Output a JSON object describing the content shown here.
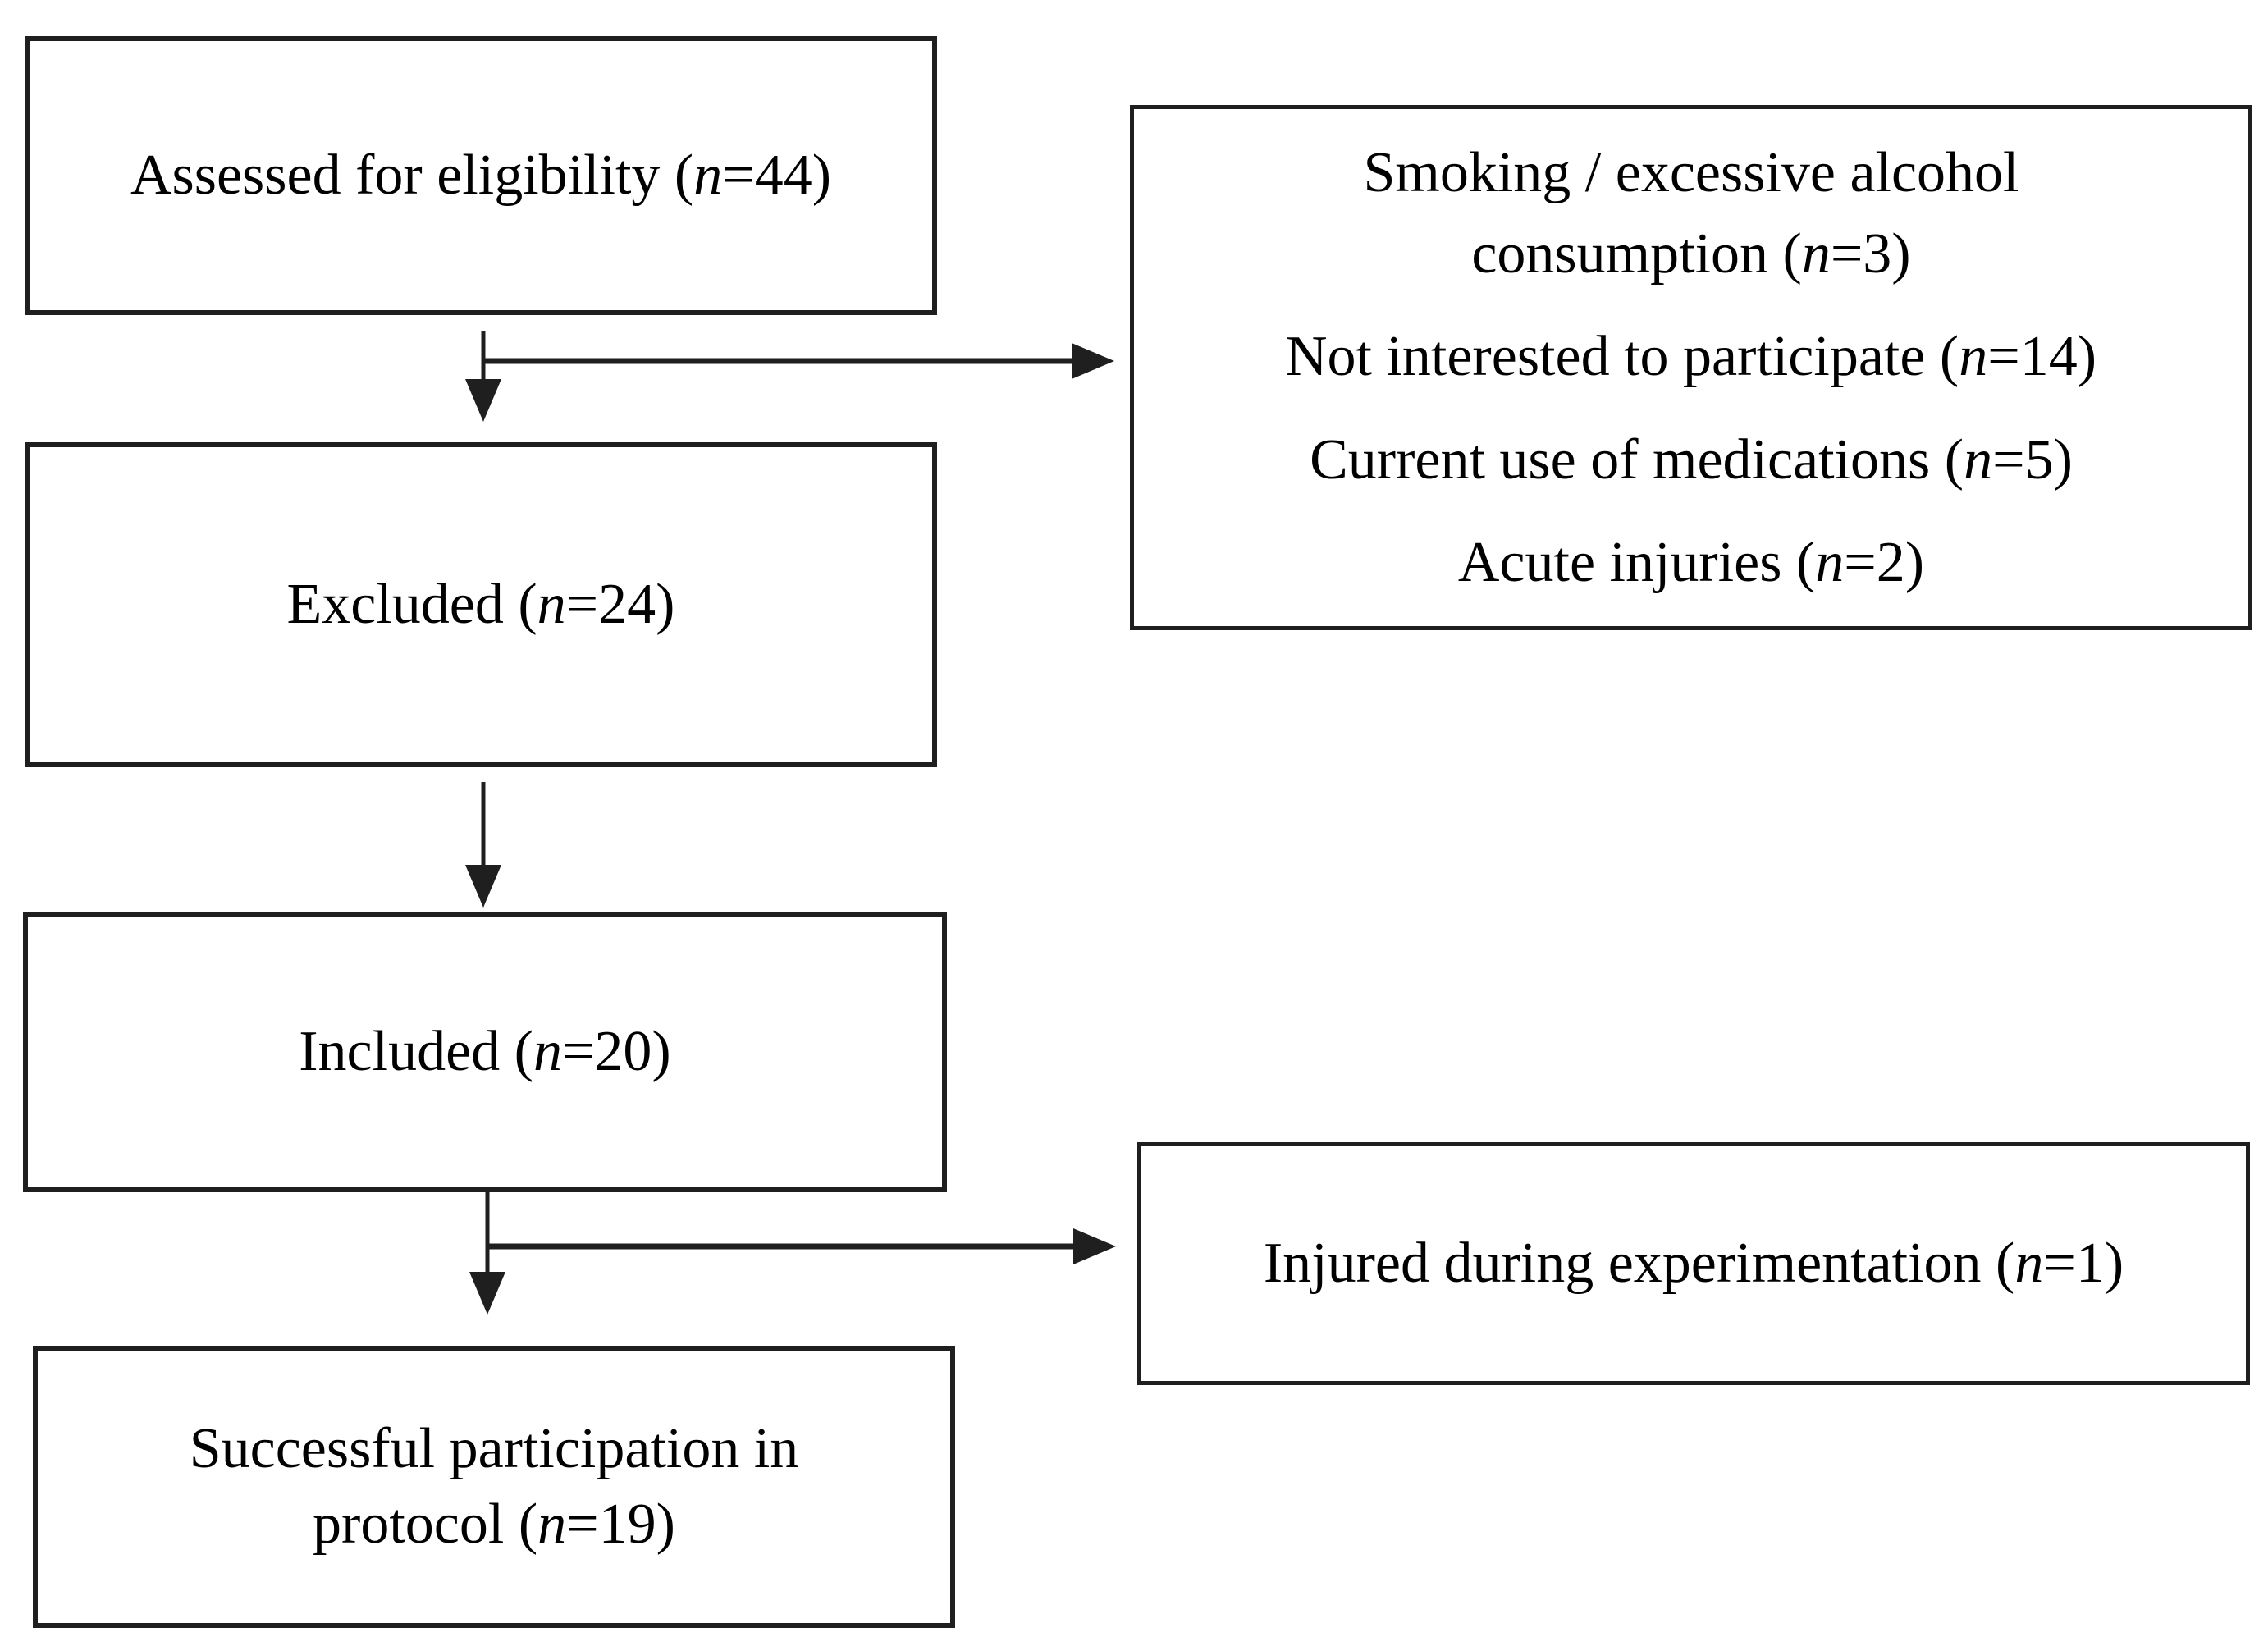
{
  "diagram": {
    "colors": {
      "border": "#1f1f1f",
      "text": "#000000",
      "background": "#ffffff",
      "arrow": "#1f1f1f"
    },
    "boxes": {
      "assessed": {
        "pre": "Assessed for eligibility (",
        "var": "n",
        "post": "=44)"
      },
      "excluded": {
        "pre": "Excluded (",
        "var": "n",
        "post": "=24)"
      },
      "included": {
        "pre": "Included (",
        "var": "n",
        "post": "=20)"
      },
      "successful": {
        "pre": "Successful participation in\nprotocol (",
        "var": "n",
        "post": "=19)"
      },
      "injured": {
        "pre": "Injured during experimentation (",
        "var": "n",
        "post": "=1)"
      },
      "exclusion_reasons": {
        "items": [
          {
            "pre": "Smoking / excessive alcohol\nconsumption (",
            "var": "n",
            "post": "=3)"
          },
          {
            "pre": "Not interested to participate (",
            "var": "n",
            "post": "=14)"
          },
          {
            "pre": "Current use of medications (",
            "var": "n",
            "post": "=5)"
          },
          {
            "pre": "Acute injuries (",
            "var": "n",
            "post": "=2)"
          }
        ]
      }
    }
  }
}
